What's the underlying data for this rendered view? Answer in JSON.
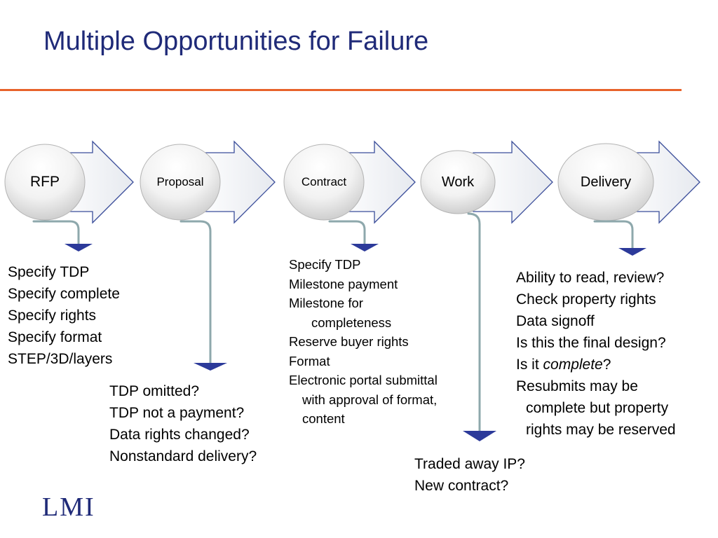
{
  "slide": {
    "title": "Multiple Opportunities for Failure",
    "logo_text": "LMI",
    "colors": {
      "title": "#1f2a78",
      "rule": "#e8632b",
      "connector": "#8ea8ac",
      "arrowhead": "#2c3a9a"
    }
  },
  "stages": [
    {
      "label": "RFP"
    },
    {
      "label": "Proposal"
    },
    {
      "label": "Contract"
    },
    {
      "label": "Work"
    },
    {
      "label": "Delivery"
    }
  ],
  "notes": {
    "rfp": [
      "Specify TDP",
      "Specify complete",
      "Specify rights",
      "Specify format",
      "STEP/3D/layers"
    ],
    "proposal": [
      "TDP omitted?",
      "TDP not a payment?",
      "Data rights changed?",
      "Nonstandard delivery?"
    ],
    "contract": [
      "Specify TDP",
      "Milestone payment",
      "Milestone for",
      "completeness",
      "Reserve buyer rights",
      "Format",
      "Electronic portal submittal",
      "with approval of format,",
      "content"
    ],
    "work": [
      "Traded away IP?",
      "New contract?"
    ],
    "delivery": {
      "lines": [
        "Ability to read, review?",
        "Check property rights",
        "Data signoff",
        "Is this the final design?"
      ],
      "complete_prefix": "Is it ",
      "complete_word": "complete",
      "complete_suffix": "?",
      "more": [
        "Resubmits may be",
        "complete but property",
        "rights may be reserved"
      ]
    }
  }
}
